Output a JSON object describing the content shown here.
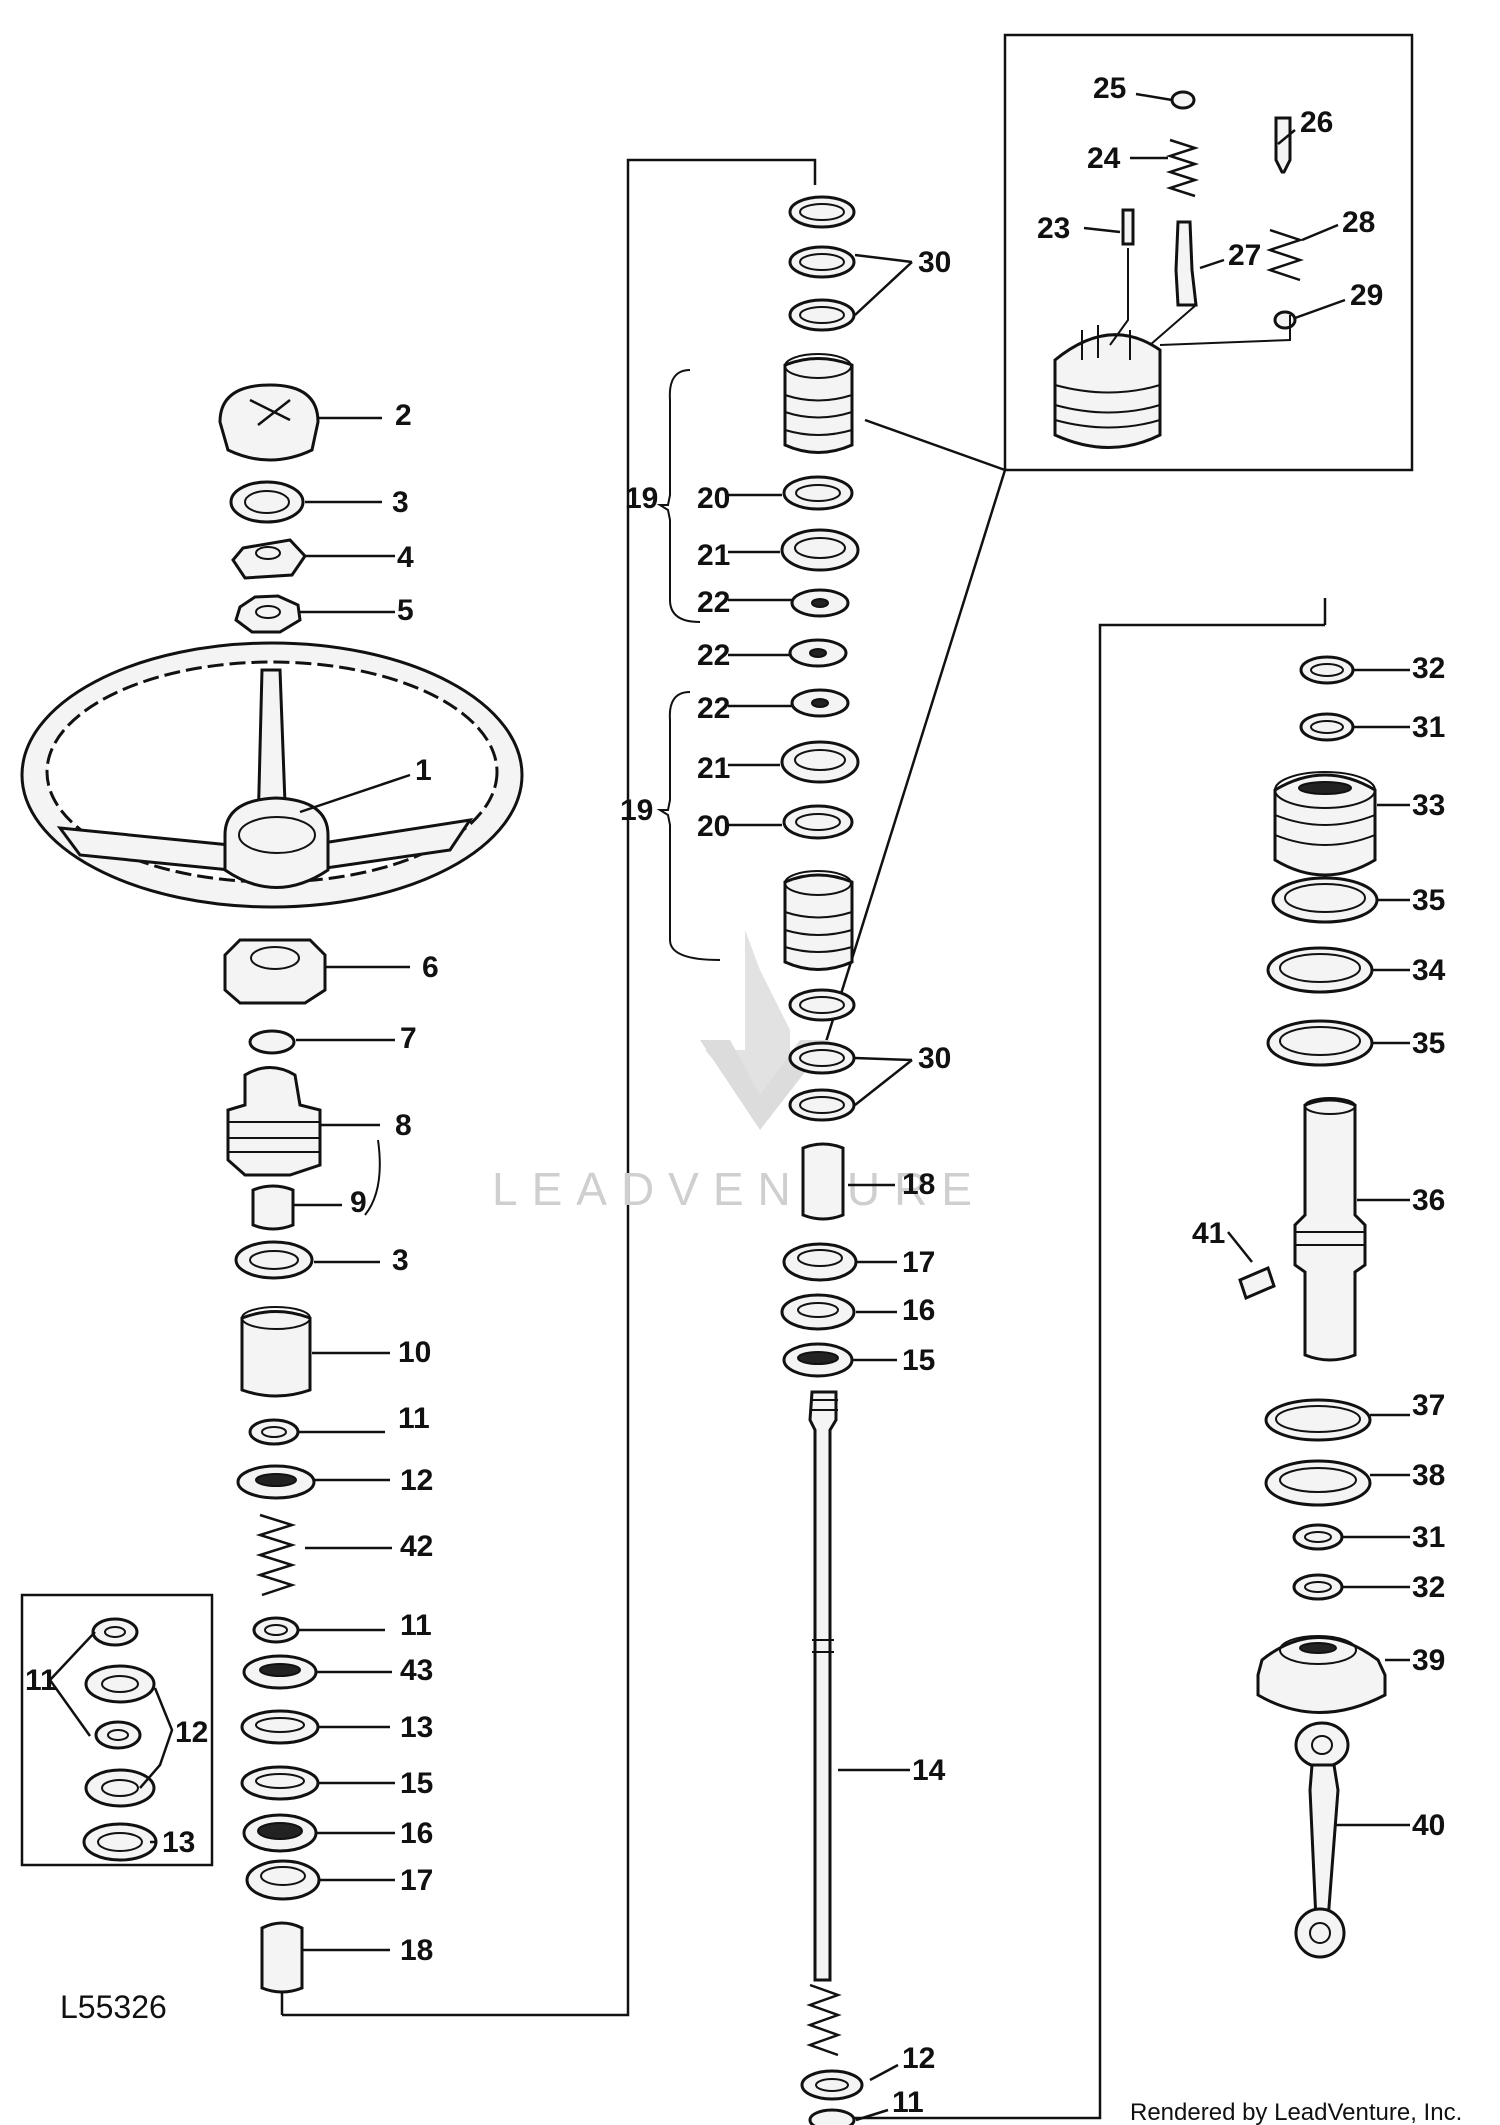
{
  "figure_id": "L55326",
  "watermark": "LEADVENTURE",
  "credit": "Rendered by LeadVenture, Inc.",
  "callouts": [
    "1",
    "2",
    "3",
    "4",
    "5",
    "6",
    "7",
    "8",
    "9",
    "10",
    "11",
    "12",
    "13",
    "14",
    "15",
    "16",
    "17",
    "18",
    "19",
    "20",
    "21",
    "22",
    "23",
    "24",
    "25",
    "26",
    "27",
    "28",
    "29",
    "30",
    "31",
    "32",
    "33",
    "34",
    "35",
    "36",
    "37",
    "38",
    "39",
    "40",
    "41",
    "42",
    "43"
  ]
}
